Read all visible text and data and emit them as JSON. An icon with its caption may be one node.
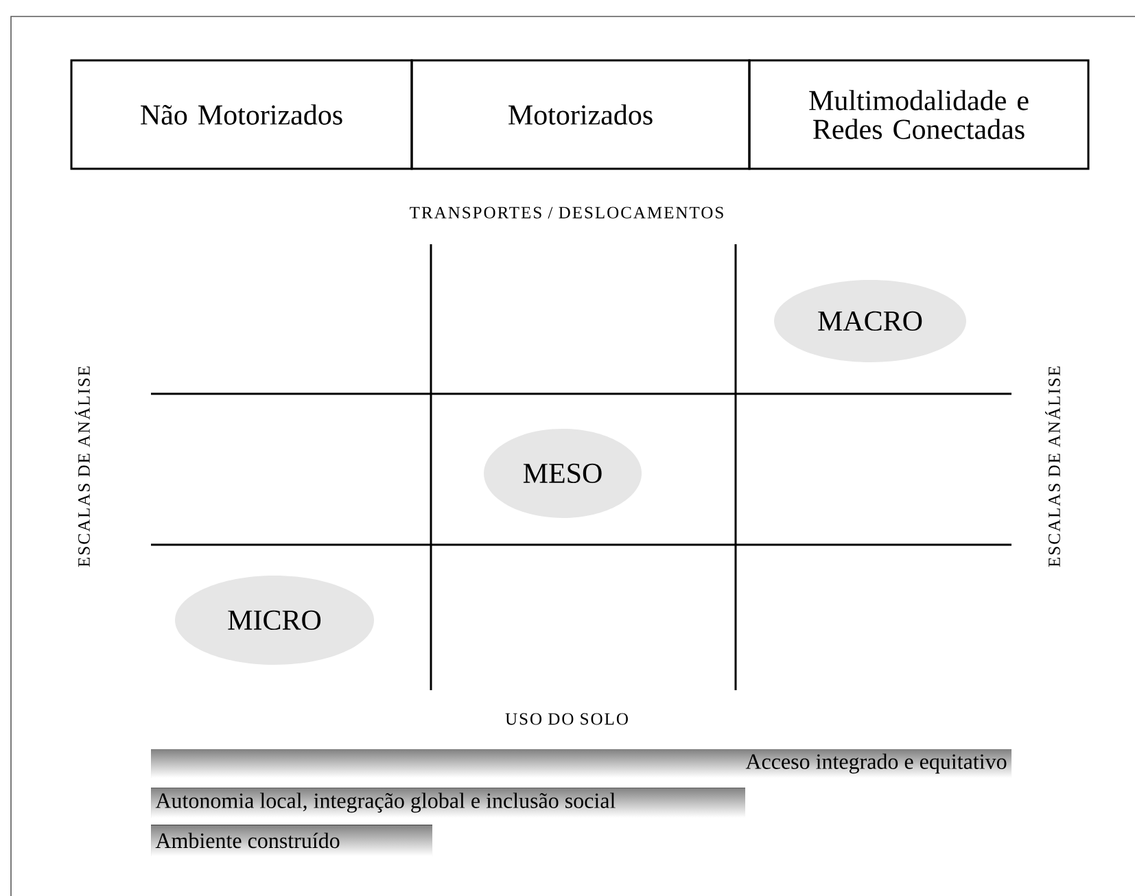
{
  "diagram": {
    "nodes": [
      {
        "text": [
          "Não Motorizados"
        ]
      },
      {
        "text": [
          "Motorizados"
        ]
      },
      {
        "text": [
          "Multimodalidade e Redes Conectadas"
        ]
      },
      {
        "text": [
          "MACRO"
        ]
      },
      {
        "text": [
          "MESO"
        ]
      },
      {
        "text": [
          "MICRO"
        ]
      },
      {
        "text": [
          "Acceso integrado e equitativo"
        ]
      },
      {
        "text": [
          "Autonomia local, integração global e inclusão social"
        ]
      },
      {
        "text": [
          "Ambiente construído"
        ]
      }
    ],
    "labels": [
      "TRANSPORTES / DESLOCAMENTOS",
      "ESCALAS DE ANÁLISE",
      "ESCALAS DE ANÁLISE",
      "USO DO SOLO"
    ]
  }
}
